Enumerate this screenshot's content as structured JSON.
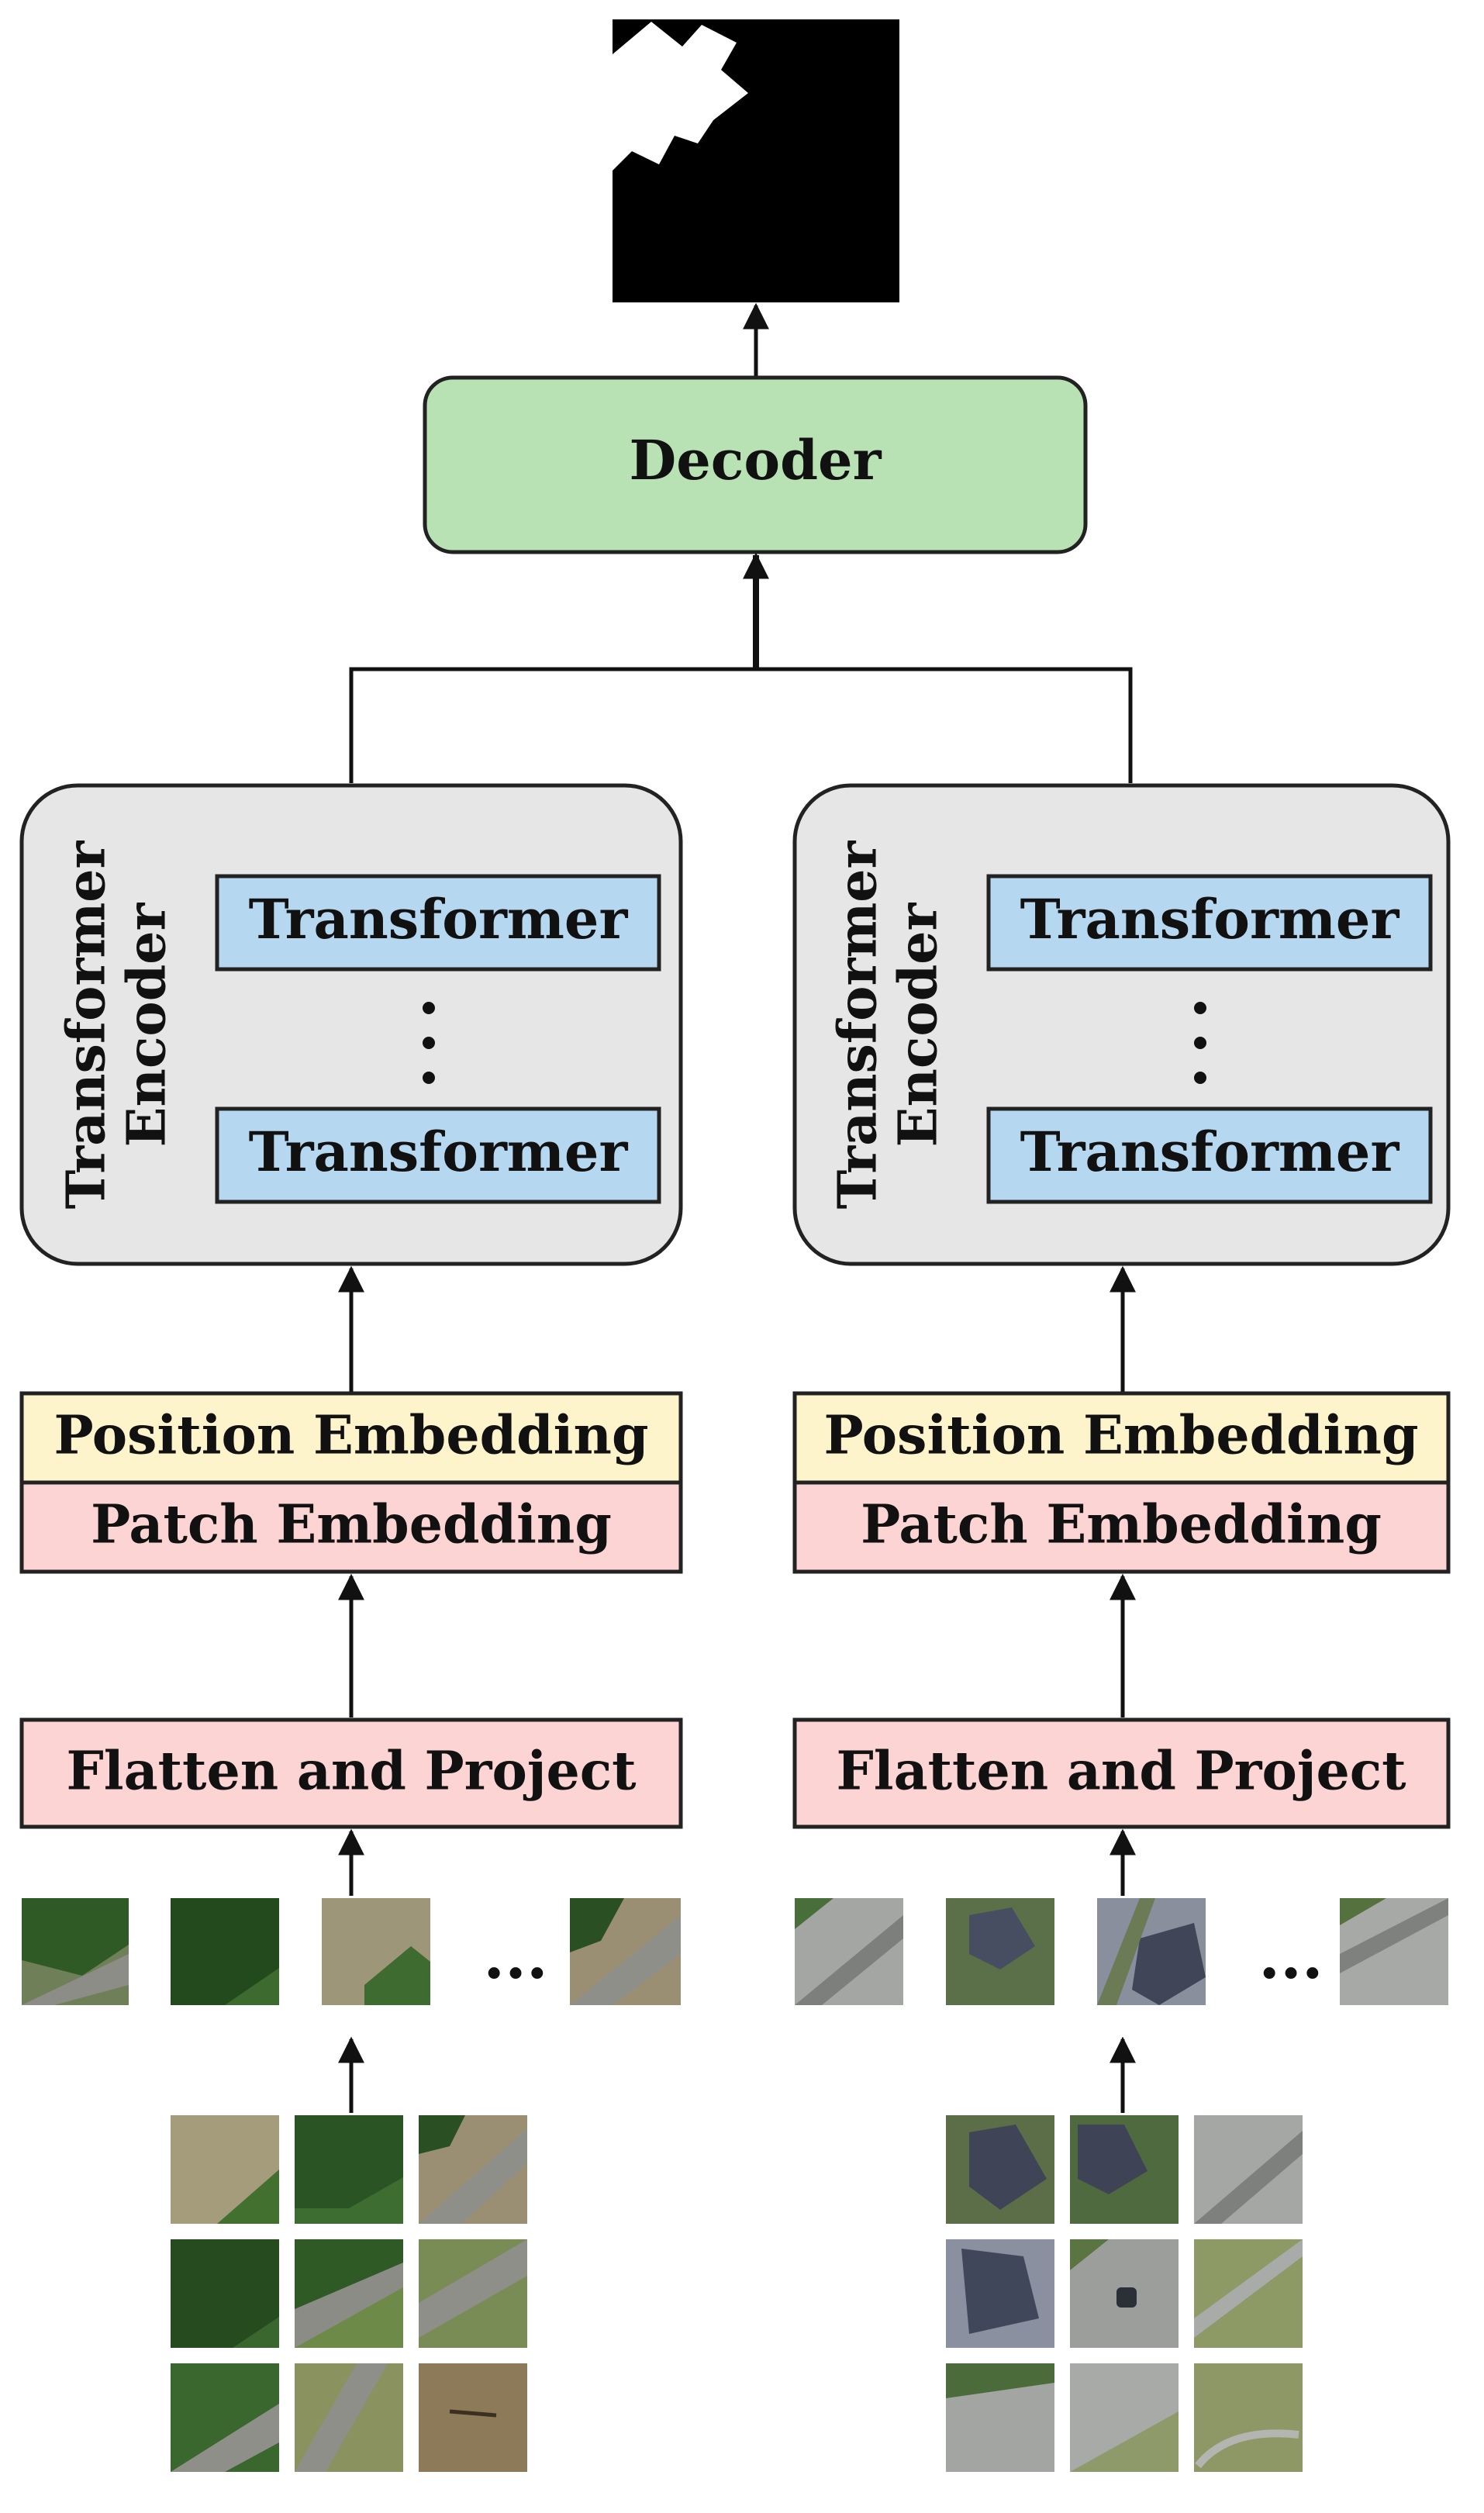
{
  "decoder": {
    "label": "Decoder"
  },
  "encoders": [
    {
      "title_line1": "Transformer",
      "title_line2": "Encoder",
      "block_top": "Transformer",
      "block_bottom": "Transformer",
      "position_embedding": "Position Embedding",
      "patch_embedding": "Patch Embedding",
      "flatten": "Flatten and Project",
      "ellipsis": "..."
    },
    {
      "title_line1": "Transformer",
      "title_line2": "Encoder",
      "block_top": "Transformer",
      "block_bottom": "Transformer",
      "position_embedding": "Position Embedding",
      "patch_embedding": "Patch Embedding",
      "flatten": "Flatten and Project",
      "ellipsis": "..."
    }
  ],
  "colors": {
    "decoder_fill": "#b9e2b4",
    "encoder_fill": "#e6e6e6",
    "transformer_fill": "#b6d7f0",
    "position_fill": "#fdf4cc",
    "patch_fill": "#fdd4d4",
    "output_map": "#000000"
  },
  "icons": {
    "left_image_tiles": "aerial-trees-road-image",
    "right_image_tiles": "aerial-houses-road-image",
    "output": "segmentation-mask-image"
  }
}
